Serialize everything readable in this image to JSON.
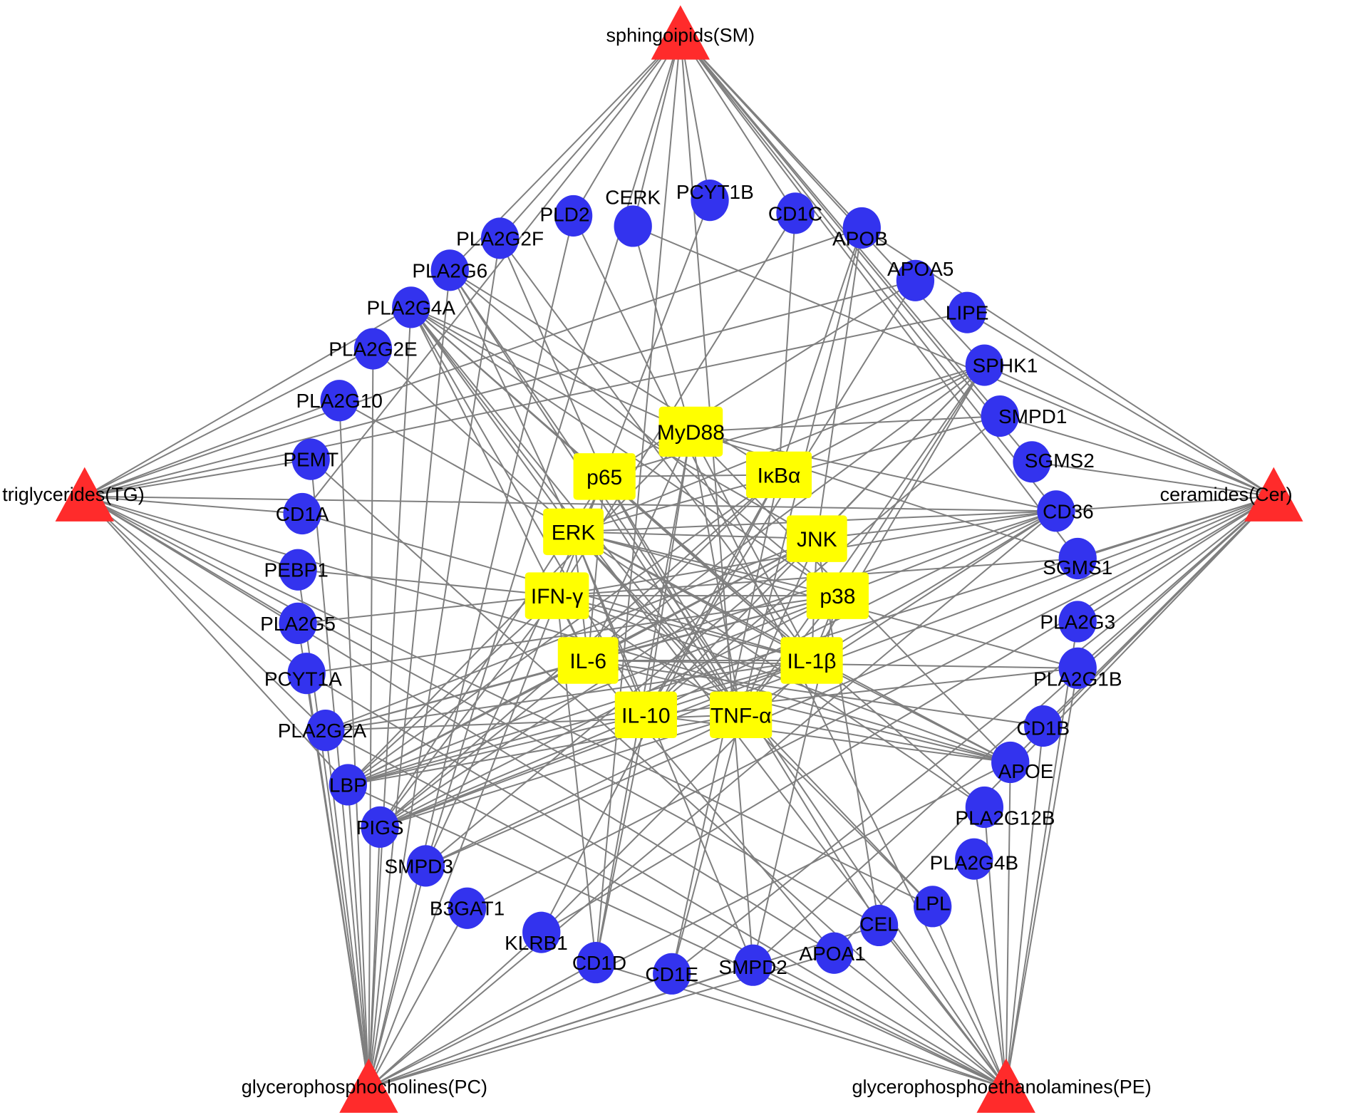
{
  "colors": {
    "edge": "#7f7f7f",
    "lipid_node": "#ff2b2b",
    "gene_node": "#3333ee",
    "core_node": "#ffff00",
    "label": "#000000"
  },
  "lipid_nodes": [
    {
      "id": "SM",
      "label": "sphingoipids(SM)",
      "shape": "red-triangle"
    },
    {
      "id": "TG",
      "label": "triglycerides(TG)",
      "shape": "red-triangle"
    },
    {
      "id": "Cer",
      "label": "ceramides(Cer)",
      "shape": "red-triangle"
    },
    {
      "id": "PC",
      "label": "glycerophosphocholines(PC)",
      "shape": "red-triangle"
    },
    {
      "id": "PE",
      "label": "glycerophosphoethanolamines(PE)",
      "shape": "red-triangle"
    }
  ],
  "core_nodes": [
    {
      "id": "MyD88",
      "label": "MyD88"
    },
    {
      "id": "p65",
      "label": "p65"
    },
    {
      "id": "IkBa",
      "label": "IκBα"
    },
    {
      "id": "ERK",
      "label": "ERK"
    },
    {
      "id": "JNK",
      "label": "JNK"
    },
    {
      "id": "IFNg",
      "label": "IFN-γ"
    },
    {
      "id": "p38",
      "label": "p38"
    },
    {
      "id": "IL6",
      "label": "IL-6"
    },
    {
      "id": "IL1b",
      "label": "IL-1β"
    },
    {
      "id": "IL10",
      "label": "IL-10"
    },
    {
      "id": "TNFa",
      "label": "TNF-α"
    }
  ],
  "gene_nodes": [
    {
      "id": "PLD2",
      "label": "PLD2"
    },
    {
      "id": "CERK",
      "label": "CERK"
    },
    {
      "id": "PCYT1B",
      "label": "PCYT1B"
    },
    {
      "id": "CD1C",
      "label": "CD1C"
    },
    {
      "id": "APOB",
      "label": "APOB"
    },
    {
      "id": "APOA5",
      "label": "APOA5"
    },
    {
      "id": "LIPE",
      "label": "LIPE"
    },
    {
      "id": "SPHK1",
      "label": "SPHK1"
    },
    {
      "id": "SMPD1",
      "label": "SMPD1"
    },
    {
      "id": "SGMS2",
      "label": "SGMS2"
    },
    {
      "id": "CD36",
      "label": "CD36"
    },
    {
      "id": "SGMS1",
      "label": "SGMS1"
    },
    {
      "id": "PLA2G3",
      "label": "PLA2G3"
    },
    {
      "id": "PLA2G1B",
      "label": "PLA2G1B"
    },
    {
      "id": "CD1B",
      "label": "CD1B"
    },
    {
      "id": "APOE",
      "label": "APOE"
    },
    {
      "id": "PLA2G12B",
      "label": "PLA2G12B"
    },
    {
      "id": "PLA2G4B",
      "label": "PLA2G4B"
    },
    {
      "id": "LPL",
      "label": "LPL"
    },
    {
      "id": "CEL",
      "label": "CEL"
    },
    {
      "id": "APOA1",
      "label": "APOA1"
    },
    {
      "id": "SMPD2",
      "label": "SMPD2"
    },
    {
      "id": "CD1E",
      "label": "CD1E"
    },
    {
      "id": "CD1D",
      "label": "CD1D"
    },
    {
      "id": "KLRB1",
      "label": "KLRB1"
    },
    {
      "id": "B3GAT1",
      "label": "B3GAT1"
    },
    {
      "id": "SMPD3",
      "label": "SMPD3"
    },
    {
      "id": "PIGS",
      "label": "PIGS"
    },
    {
      "id": "LBP",
      "label": "LBP"
    },
    {
      "id": "PLA2G2A",
      "label": "PLA2G2A"
    },
    {
      "id": "PCYT1A",
      "label": "PCYT1A"
    },
    {
      "id": "PLA2G5",
      "label": "PLA2G5"
    },
    {
      "id": "PEBP1",
      "label": "PEBP1"
    },
    {
      "id": "CD1A",
      "label": "CD1A"
    },
    {
      "id": "PEMT",
      "label": "PEMT"
    },
    {
      "id": "PLA2G10",
      "label": "PLA2G10"
    },
    {
      "id": "PLA2G2E",
      "label": "PLA2G2E"
    },
    {
      "id": "PLA2G4A",
      "label": "PLA2G4A"
    },
    {
      "id": "PLA2G6",
      "label": "PLA2G6"
    },
    {
      "id": "PLA2G2F",
      "label": "PLA2G2F"
    }
  ],
  "edges": [
    [
      "SM",
      "PLD2"
    ],
    [
      "SM",
      "CERK"
    ],
    [
      "SM",
      "PCYT1B"
    ],
    [
      "SM",
      "CD1C"
    ],
    [
      "SM",
      "APOB"
    ],
    [
      "SM",
      "SPHK1"
    ],
    [
      "SM",
      "SMPD1"
    ],
    [
      "SM",
      "SGMS2"
    ],
    [
      "SM",
      "SGMS1"
    ],
    [
      "SM",
      "PLA2G2F"
    ],
    [
      "SM",
      "PLA2G6"
    ],
    [
      "SM",
      "CD1A"
    ],
    [
      "SM",
      "CD1D"
    ],
    [
      "SM",
      "SMPD2"
    ],
    [
      "SM",
      "SMPD3"
    ],
    [
      "SM",
      "CD36"
    ],
    [
      "Cer",
      "CERK"
    ],
    [
      "Cer",
      "SPHK1"
    ],
    [
      "Cer",
      "SMPD1"
    ],
    [
      "Cer",
      "SGMS2"
    ],
    [
      "Cer",
      "SGMS1"
    ],
    [
      "Cer",
      "CD36"
    ],
    [
      "Cer",
      "APOB"
    ],
    [
      "Cer",
      "LIPE"
    ],
    [
      "Cer",
      "PLA2G3"
    ],
    [
      "Cer",
      "PLA2G1B"
    ],
    [
      "Cer",
      "CD1B"
    ],
    [
      "Cer",
      "APOE"
    ],
    [
      "Cer",
      "CD1E"
    ],
    [
      "Cer",
      "SMPD2"
    ],
    [
      "Cer",
      "SMPD3"
    ],
    [
      "Cer",
      "LBP"
    ],
    [
      "Cer",
      "PIGS"
    ],
    [
      "Cer",
      "KLRB1"
    ],
    [
      "Cer",
      "B3GAT1"
    ],
    [
      "Cer",
      "APOA1"
    ],
    [
      "TG",
      "APOB"
    ],
    [
      "TG",
      "APOA5"
    ],
    [
      "TG",
      "LIPE"
    ],
    [
      "TG",
      "CD36"
    ],
    [
      "TG",
      "APOE"
    ],
    [
      "TG",
      "LPL"
    ],
    [
      "TG",
      "CEL"
    ],
    [
      "TG",
      "APOA1"
    ],
    [
      "TG",
      "PLA2G10"
    ],
    [
      "TG",
      "PEMT"
    ],
    [
      "TG",
      "CD1A"
    ],
    [
      "TG",
      "PEBP1"
    ],
    [
      "TG",
      "PLA2G5"
    ],
    [
      "TG",
      "PCYT1A"
    ],
    [
      "TG",
      "PLA2G2A"
    ],
    [
      "TG",
      "LBP"
    ],
    [
      "TG",
      "PLA2G2E"
    ],
    [
      "TG",
      "PLA2G4A"
    ],
    [
      "PC",
      "PLA2G4A"
    ],
    [
      "PC",
      "PLA2G2E"
    ],
    [
      "PC",
      "PLA2G10"
    ],
    [
      "PC",
      "PEMT"
    ],
    [
      "PC",
      "PEBP1"
    ],
    [
      "PC",
      "PLA2G5"
    ],
    [
      "PC",
      "PCYT1A"
    ],
    [
      "PC",
      "PLA2G2A"
    ],
    [
      "PC",
      "LBP"
    ],
    [
      "PC",
      "PIGS"
    ],
    [
      "PC",
      "SMPD3"
    ],
    [
      "PC",
      "B3GAT1"
    ],
    [
      "PC",
      "KLRB1"
    ],
    [
      "PC",
      "CD1D"
    ],
    [
      "PC",
      "CD1E"
    ],
    [
      "PC",
      "SMPD2"
    ],
    [
      "PC",
      "APOA1"
    ],
    [
      "PC",
      "CEL"
    ],
    [
      "PC",
      "PLA2G6"
    ],
    [
      "PC",
      "PLA2G2F"
    ],
    [
      "PC",
      "PCYT1B"
    ],
    [
      "PC",
      "PLD2"
    ],
    [
      "PC",
      "APOE"
    ],
    [
      "PC",
      "CD36"
    ],
    [
      "PE",
      "PLA2G12B"
    ],
    [
      "PE",
      "PLA2G4B"
    ],
    [
      "PE",
      "LPL"
    ],
    [
      "PE",
      "CEL"
    ],
    [
      "PE",
      "APOA1"
    ],
    [
      "PE",
      "SMPD2"
    ],
    [
      "PE",
      "CD1E"
    ],
    [
      "PE",
      "APOE"
    ],
    [
      "PE",
      "CD1B"
    ],
    [
      "PE",
      "PLA2G1B"
    ],
    [
      "PE",
      "PLA2G3"
    ],
    [
      "PE",
      "PEMT"
    ],
    [
      "PE",
      "PLA2G4A"
    ],
    [
      "PE",
      "PLA2G6"
    ],
    [
      "PE",
      "PCYT1A"
    ],
    [
      "PE",
      "LBP"
    ],
    [
      "PE",
      "CD1D"
    ],
    [
      "PE",
      "PLA2G2A"
    ],
    [
      "PE",
      "PLD2"
    ],
    [
      "MyD88",
      "CERK"
    ],
    [
      "MyD88",
      "LBP"
    ],
    [
      "MyD88",
      "CD36"
    ],
    [
      "MyD88",
      "PLA2G4A"
    ],
    [
      "MyD88",
      "APOE"
    ],
    [
      "MyD88",
      "SGMS1"
    ],
    [
      "MyD88",
      "CD1D"
    ],
    [
      "MyD88",
      "SMPD1"
    ],
    [
      "p65",
      "PLA2G2F"
    ],
    [
      "p65",
      "PLA2G4A"
    ],
    [
      "p65",
      "SPHK1"
    ],
    [
      "p65",
      "APOA5"
    ],
    [
      "p65",
      "SMPD3"
    ],
    [
      "p65",
      "CEL"
    ],
    [
      "p65",
      "PLA2G12B"
    ],
    [
      "p65",
      "PIGS"
    ],
    [
      "IkBa",
      "CD1C"
    ],
    [
      "IkBa",
      "APOB"
    ],
    [
      "IkBa",
      "LBP"
    ],
    [
      "IkBa",
      "PIGS"
    ],
    [
      "IkBa",
      "CD1E"
    ],
    [
      "IkBa",
      "KLRB1"
    ],
    [
      "IkBa",
      "PLA2G6"
    ],
    [
      "IkBa",
      "SPHK1"
    ],
    [
      "ERK",
      "PLA2G4A"
    ],
    [
      "ERK",
      "PLA2G6"
    ],
    [
      "ERK",
      "PLA2G2E"
    ],
    [
      "ERK",
      "SPHK1"
    ],
    [
      "ERK",
      "CD36"
    ],
    [
      "ERK",
      "APOE"
    ],
    [
      "ERK",
      "SMPD1"
    ],
    [
      "ERK",
      "PLA2G1B"
    ],
    [
      "ERK",
      "PLA2G12B"
    ],
    [
      "ERK",
      "LPL"
    ],
    [
      "ERK",
      "SMPD2"
    ],
    [
      "ERK",
      "PLA2G10"
    ],
    [
      "JNK",
      "PLA2G4A"
    ],
    [
      "JNK",
      "SPHK1"
    ],
    [
      "JNK",
      "CD36"
    ],
    [
      "JNK",
      "APOB"
    ],
    [
      "JNK",
      "SMPD3"
    ],
    [
      "JNK",
      "LBP"
    ],
    [
      "JNK",
      "PIGS"
    ],
    [
      "JNK",
      "CEL"
    ],
    [
      "JNK",
      "PLA2G2A"
    ],
    [
      "IFNg",
      "CD1C"
    ],
    [
      "IFNg",
      "CD36"
    ],
    [
      "IFNg",
      "LBP"
    ],
    [
      "IFNg",
      "PIGS"
    ],
    [
      "IFNg",
      "CD1D"
    ],
    [
      "IFNg",
      "SGMS1"
    ],
    [
      "IFNg",
      "APOE"
    ],
    [
      "IFNg",
      "PLA2G5"
    ],
    [
      "IFNg",
      "PEBP1"
    ],
    [
      "p38",
      "PLA2G4A"
    ],
    [
      "p38",
      "PLA2G6"
    ],
    [
      "p38",
      "SPHK1"
    ],
    [
      "p38",
      "CD36"
    ],
    [
      "p38",
      "LBP"
    ],
    [
      "p38",
      "PIGS"
    ],
    [
      "p38",
      "PCYT1A"
    ],
    [
      "p38",
      "PLA2G2A"
    ],
    [
      "p38",
      "SMPD2"
    ],
    [
      "IL6",
      "CD36"
    ],
    [
      "IL6",
      "LBP"
    ],
    [
      "IL6",
      "SPHK1"
    ],
    [
      "IL6",
      "APOE"
    ],
    [
      "IL6",
      "PLA2G4A"
    ],
    [
      "IL6",
      "PIGS"
    ],
    [
      "IL6",
      "PLA2G2A"
    ],
    [
      "IL6",
      "PLA2G1B"
    ],
    [
      "IL6",
      "CD1B"
    ],
    [
      "IL6",
      "APOA1"
    ],
    [
      "IL1b",
      "CD36"
    ],
    [
      "IL1b",
      "LBP"
    ],
    [
      "IL1b",
      "SPHK1"
    ],
    [
      "IL1b",
      "APOE"
    ],
    [
      "IL1b",
      "PLA2G4A"
    ],
    [
      "IL1b",
      "PLA2G2F"
    ],
    [
      "IL1b",
      "PIGS"
    ],
    [
      "IL1b",
      "CD1A"
    ],
    [
      "IL1b",
      "PLA2G2A"
    ],
    [
      "IL1b",
      "KLRB1"
    ],
    [
      "IL10",
      "CD36"
    ],
    [
      "IL10",
      "LBP"
    ],
    [
      "IL10",
      "SPHK1"
    ],
    [
      "IL10",
      "APOE"
    ],
    [
      "IL10",
      "PLA2G4A"
    ],
    [
      "IL10",
      "PIGS"
    ],
    [
      "IL10",
      "CD1D"
    ],
    [
      "IL10",
      "PLA2G1B"
    ],
    [
      "IL10",
      "APOA5"
    ],
    [
      "IL10",
      "SMPD1"
    ],
    [
      "TNFa",
      "CD36"
    ],
    [
      "TNFa",
      "LBP"
    ],
    [
      "TNFa",
      "SPHK1"
    ],
    [
      "TNFa",
      "APOE"
    ],
    [
      "TNFa",
      "PLA2G4A"
    ],
    [
      "TNFa",
      "PIGS"
    ],
    [
      "TNFa",
      "PLA2G2A"
    ],
    [
      "TNFa",
      "SMPD3"
    ],
    [
      "TNFa",
      "CD1E"
    ],
    [
      "TNFa",
      "PLA2G6"
    ],
    [
      "TNFa",
      "APOB"
    ],
    [
      "TNFa",
      "LPL"
    ],
    [
      "MyD88",
      "IL6"
    ],
    [
      "MyD88",
      "TNFa"
    ],
    [
      "MyD88",
      "IL1b"
    ],
    [
      "p65",
      "IL6"
    ],
    [
      "p65",
      "TNFa"
    ],
    [
      "p65",
      "IL1b"
    ],
    [
      "p65",
      "IkBa"
    ],
    [
      "ERK",
      "IL6"
    ],
    [
      "ERK",
      "IL1b"
    ],
    [
      "ERK",
      "TNFa"
    ],
    [
      "ERK",
      "IL10"
    ],
    [
      "JNK",
      "IL6"
    ],
    [
      "JNK",
      "TNFa"
    ],
    [
      "JNK",
      "IL1b"
    ],
    [
      "p38",
      "IL6"
    ],
    [
      "p38",
      "TNFa"
    ],
    [
      "p38",
      "IL1b"
    ],
    [
      "IFNg",
      "IL6"
    ],
    [
      "IFNg",
      "TNFa"
    ],
    [
      "IFNg",
      "IL1b"
    ],
    [
      "IFNg",
      "p38"
    ],
    [
      "IkBa",
      "IL6"
    ],
    [
      "IkBa",
      "IL10"
    ],
    [
      "MyD88",
      "IL10"
    ],
    [
      "ERK",
      "p38"
    ],
    [
      "ERK",
      "JNK"
    ],
    [
      "IL6",
      "IL1b"
    ],
    [
      "IL10",
      "IL1b"
    ]
  ]
}
